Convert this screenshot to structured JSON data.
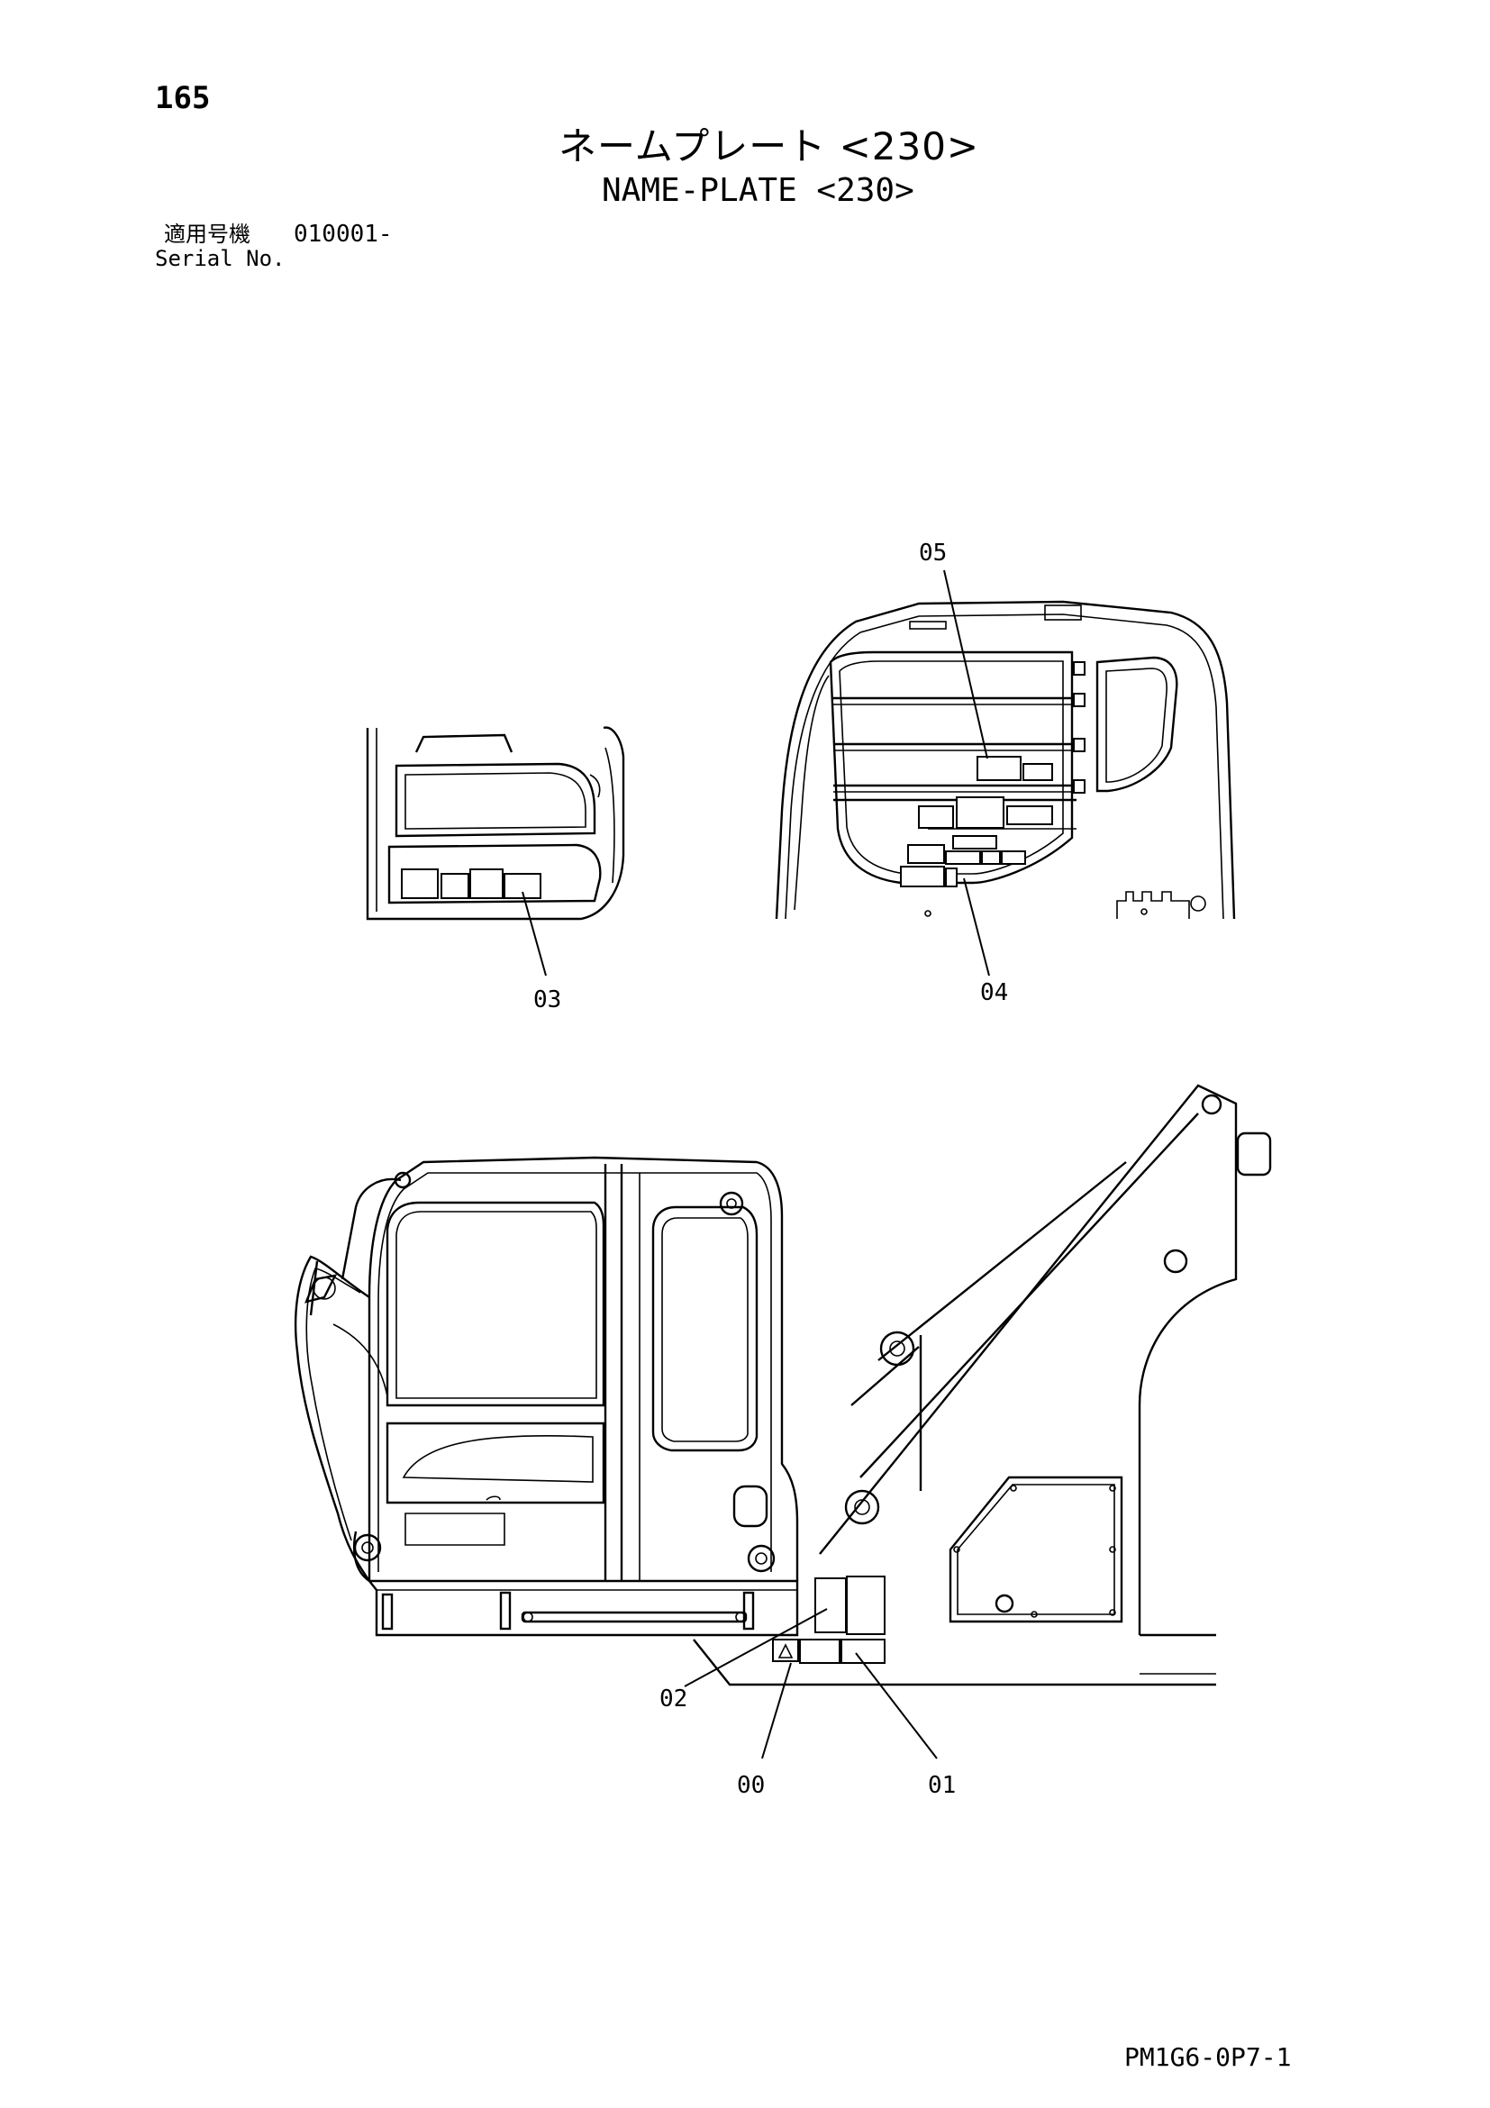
{
  "page": {
    "number": "165",
    "title_ja": "ネームプレート <230>",
    "title_en": "NAME-PLATE <230>",
    "serial_label_ja": "適用号機",
    "serial_value": "010001-",
    "serial_label_en": "Serial No.",
    "doc_code": "PM1G6-0P7-1"
  },
  "callouts": [
    "05",
    "03",
    "04",
    "02",
    "00",
    "01"
  ]
}
